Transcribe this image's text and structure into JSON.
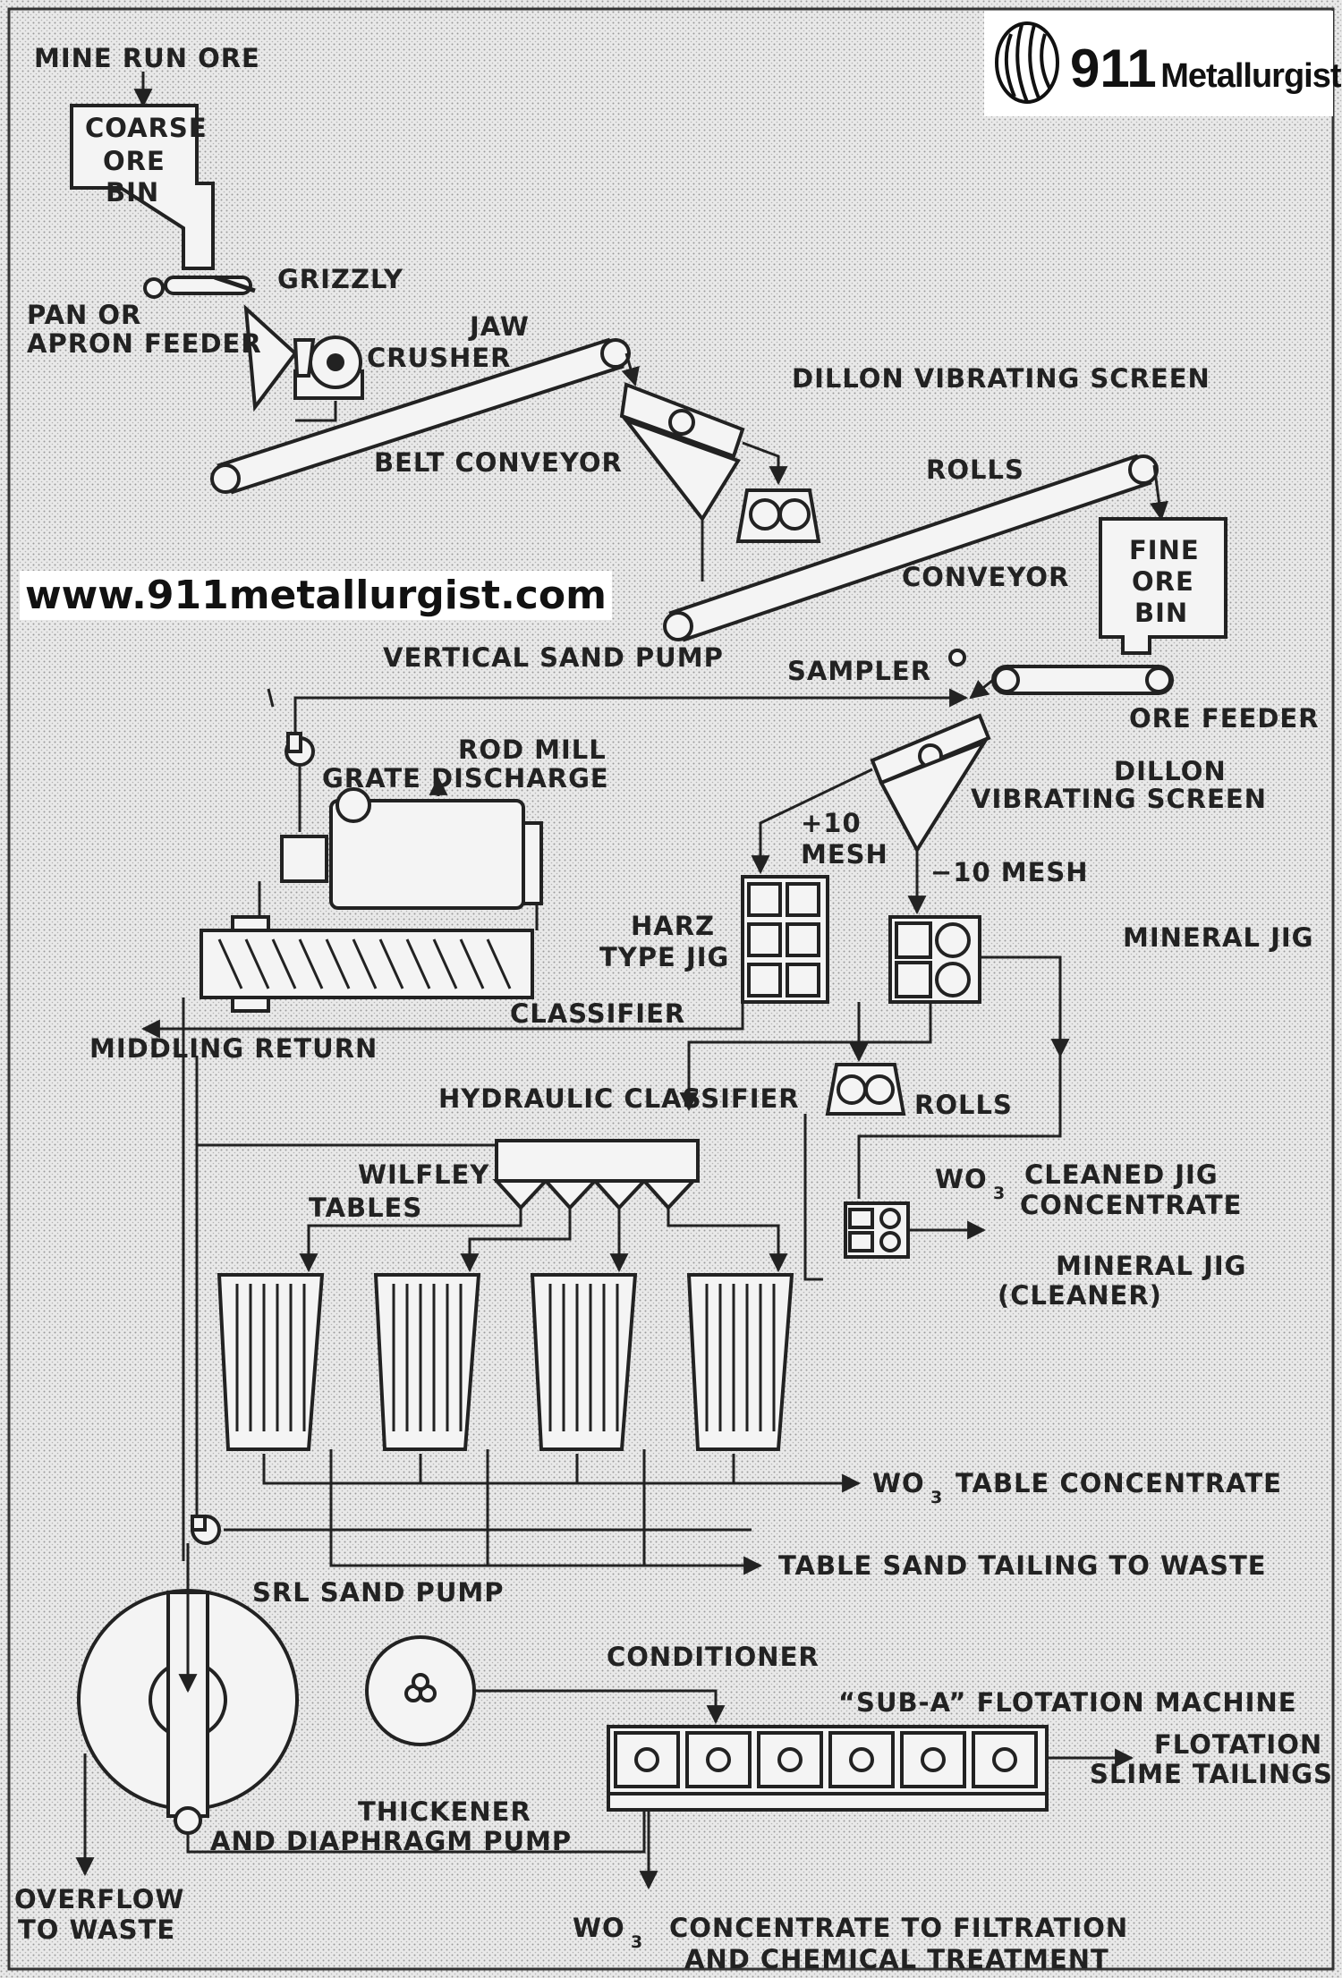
{
  "brand": {
    "logo_number": "911",
    "logo_name": "Metallurgist",
    "url": "www.911metallurgist.com"
  },
  "labels": {
    "mine_run_ore": "MINE RUN ORE",
    "coarse_ore_bin_1": "COARSE",
    "coarse_ore_bin_2": "ORE",
    "coarse_ore_bin_3": "BIN",
    "grizzly": "GRIZZLY",
    "pan_feeder_1": "PAN OR",
    "pan_feeder_2": "APRON FEEDER",
    "jaw_crusher_1": "JAW",
    "jaw_crusher_2": "CRUSHER",
    "belt_conveyor": "BELT CONVEYOR",
    "dillon_screen_top": "DILLON VIBRATING SCREEN",
    "rolls_top": "ROLLS",
    "conveyor": "CONVEYOR",
    "fine_ore_bin_1": "FINE",
    "fine_ore_bin_2": "ORE",
    "fine_ore_bin_3": "BIN",
    "vertical_sand_pump": "VERTICAL SAND PUMP",
    "sampler": "SAMPLER",
    "ore_feeder": "ORE FEEDER",
    "rod_mill_1": "ROD MILL",
    "rod_mill_2": "GRATE DISCHARGE",
    "dillon_screen_2a": "DILLON",
    "dillon_screen_2b": "VIBRATING SCREEN",
    "plus10_a": "+10",
    "plus10_b": "MESH",
    "minus10": "−10 MESH",
    "harz_jig_1": "HARZ",
    "harz_jig_2": "TYPE JIG",
    "mineral_jig": "MINERAL JIG",
    "classifier": "CLASSIFIER",
    "middling_return": "MIDDLING RETURN",
    "hydraulic_classifier": "HYDRAULIC CLASSIFIER",
    "rolls_mid": "ROLLS",
    "wilfley_1": "WILFLEY",
    "wilfley_2": "TABLES",
    "wo3_jig_a": "WO",
    "wo3_jig_sub": "3",
    "wo3_jig_b": "CLEANED JIG",
    "wo3_jig_c": "CONCENTRATE",
    "mineral_jig_cleaner_1": "MINERAL JIG",
    "mineral_jig_cleaner_2": "(CLEANER)",
    "wo3_table_a": "WO",
    "wo3_table_sub": "3",
    "wo3_table_b": "TABLE CONCENTRATE",
    "table_sand_tailing": "TABLE SAND TAILING TO WASTE",
    "srl_sand_pump": "SRL SAND PUMP",
    "conditioner": "CONDITIONER",
    "flotation_machine": "“SUB-A” FLOTATION MACHINE",
    "flotation_tailings_1": "FLOTATION",
    "flotation_tailings_2": "SLIME TAILINGS",
    "thickener_1": "THICKENER",
    "thickener_2": "AND DIAPHRAGM PUMP",
    "overflow_1": "OVERFLOW",
    "overflow_2": "TO WASTE",
    "wo3_final_a": "WO",
    "wo3_final_sub": "3",
    "wo3_final_b": "CONCENTRATE TO FILTRATION",
    "wo3_final_c": "AND CHEMICAL TREATMENT"
  }
}
